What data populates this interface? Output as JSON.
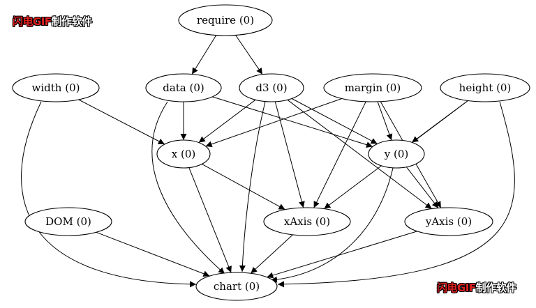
{
  "watermark": {
    "brand": "闪电GIF",
    "suffix": "制作软件",
    "brand_color": "#e02020"
  },
  "nodes": [
    {
      "id": "require",
      "label": "require (0)"
    },
    {
      "id": "width",
      "label": "width (0)"
    },
    {
      "id": "data",
      "label": "data (0)"
    },
    {
      "id": "d3",
      "label": "d3 (0)"
    },
    {
      "id": "margin",
      "label": "margin (0)"
    },
    {
      "id": "height",
      "label": "height (0)"
    },
    {
      "id": "x",
      "label": "x (0)"
    },
    {
      "id": "y",
      "label": "y (0)"
    },
    {
      "id": "DOM",
      "label": "DOM (0)"
    },
    {
      "id": "xAxis",
      "label": "xAxis (0)"
    },
    {
      "id": "yAxis",
      "label": "yAxis (0)"
    },
    {
      "id": "chart",
      "label": "chart (0)"
    }
  ],
  "edges": [
    {
      "from": "require",
      "to": "data"
    },
    {
      "from": "require",
      "to": "d3"
    },
    {
      "from": "width",
      "to": "x"
    },
    {
      "from": "width",
      "to": "chart"
    },
    {
      "from": "data",
      "to": "x"
    },
    {
      "from": "data",
      "to": "y"
    },
    {
      "from": "data",
      "to": "chart"
    },
    {
      "from": "d3",
      "to": "x"
    },
    {
      "from": "d3",
      "to": "y"
    },
    {
      "from": "d3",
      "to": "xAxis"
    },
    {
      "from": "d3",
      "to": "yAxis"
    },
    {
      "from": "d3",
      "to": "chart"
    },
    {
      "from": "margin",
      "to": "x"
    },
    {
      "from": "margin",
      "to": "y"
    },
    {
      "from": "margin",
      "to": "xAxis"
    },
    {
      "from": "margin",
      "to": "yAxis"
    },
    {
      "from": "height",
      "to": "y"
    },
    {
      "from": "height",
      "to": "xAxis"
    },
    {
      "from": "height",
      "to": "chart"
    },
    {
      "from": "x",
      "to": "xAxis"
    },
    {
      "from": "x",
      "to": "chart"
    },
    {
      "from": "y",
      "to": "yAxis"
    },
    {
      "from": "y",
      "to": "chart"
    },
    {
      "from": "DOM",
      "to": "chart"
    },
    {
      "from": "xAxis",
      "to": "chart"
    },
    {
      "from": "yAxis",
      "to": "chart"
    }
  ]
}
